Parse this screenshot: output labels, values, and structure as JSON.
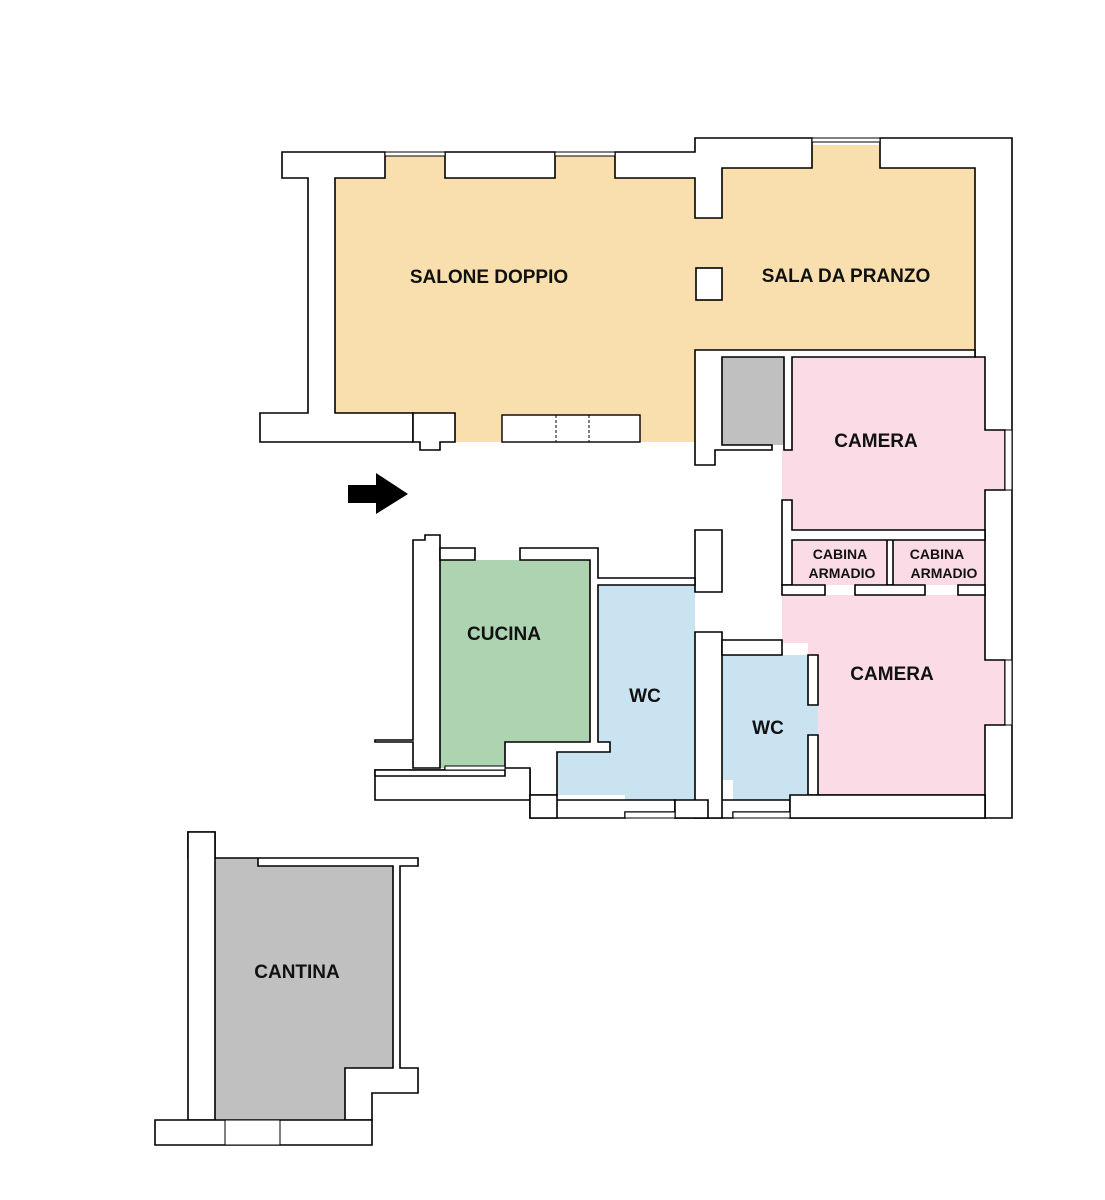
{
  "colors": {
    "living": "#f9dfae",
    "bedroom": "#fbdce6",
    "kitchen": "#aed3b1",
    "bathroom": "#c9e4f0",
    "storage": "#c0c0c0",
    "wall": "#000000"
  },
  "rooms": {
    "salone": "SALONE DOPPIO",
    "sala_pranzo": "SALA DA PRANZO",
    "camera_1": "CAMERA",
    "camera_2": "CAMERA",
    "cabina_1_line1": "CABINA",
    "cabina_1_line2": "ARMADIO",
    "cabina_2_line1": "CABINA",
    "cabina_2_line2": "ARMADIO",
    "cucina": "CUCINA",
    "wc_1": "WC",
    "wc_2": "WC",
    "cantina": "CANTINA"
  },
  "icons": {
    "entrance": "entrance-arrow-icon"
  }
}
